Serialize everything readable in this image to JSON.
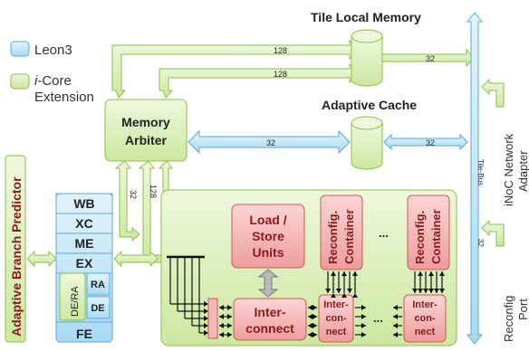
{
  "legend": {
    "leon3": "Leon3",
    "icore_prefix": "i",
    "icore_rest": "-Core",
    "icore_line2": "Extension",
    "leon3_color": "#bfe5f5",
    "icore_color": "#d7efb0"
  },
  "titles": {
    "tile_local_memory": "Tile Local Memory",
    "adaptive_cache": "Adaptive Cache"
  },
  "blocks": {
    "memory_arbiter_1": "Memory",
    "memory_arbiter_2": "Arbiter",
    "load_store_1": "Load /",
    "load_store_2": "Store",
    "load_store_3": "Units",
    "interconnect_1": "Inter-",
    "interconnect_2": "connect",
    "small_ic_1": "Inter-",
    "small_ic_2": "con-",
    "small_ic_3": "nect",
    "reconfig_container_1": "Reconfig.",
    "reconfig_container_2": "Container",
    "ellipsis": "...",
    "abp": "Adaptive Branch Predictor",
    "tile_bus": "Tile-Bus"
  },
  "pipeline": {
    "stages": [
      "WB",
      "XC",
      "ME",
      "EX"
    ],
    "de_ra": "DE/RA",
    "ra": "RA",
    "de": "DE",
    "fe": "FE"
  },
  "bus_widths": {
    "w128": "128",
    "w32": "32"
  },
  "side_labels": {
    "inoc_1": "iNoC Network",
    "inoc_2": "Adapter",
    "reconfig_1": "Reconfig",
    "reconfig_2": "Port"
  },
  "colors": {
    "green_fill": "#d7efb0",
    "green_stroke": "#8cbf4a",
    "blue_fill": "#bfe5f5",
    "blue_stroke": "#5aa9d6",
    "red_fill": "#f4b7b7",
    "red_stroke": "#d05555",
    "dark_red": "#8b1a1a"
  }
}
